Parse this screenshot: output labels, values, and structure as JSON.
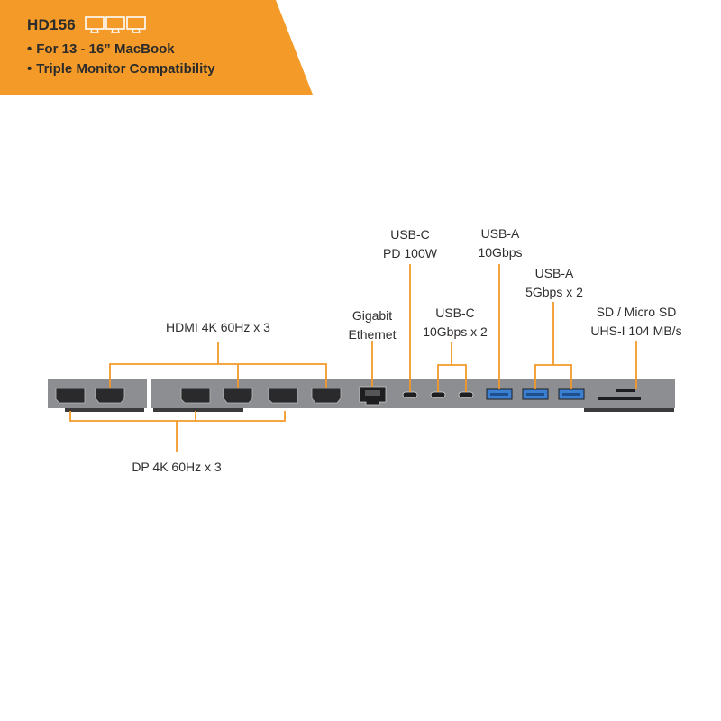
{
  "banner": {
    "model": "HD156",
    "bullets": [
      "For 13 - 16” MacBook",
      "Triple Monitor Compatibility"
    ],
    "icons": [
      "monitor-icon",
      "monitor-icon",
      "monitor-icon"
    ],
    "color": "#f39a28"
  },
  "labels": {
    "hdmi": "HDMI 4K 60Hz x 3",
    "dp": "DP 4K 60Hz x 3",
    "ethernet_line1": "Gigabit",
    "ethernet_line2": "Ethernet",
    "usbc_pd_line1": "USB-C",
    "usbc_pd_line2": "PD 100W",
    "usbc_10_line1": "USB-C",
    "usbc_10_line2": "10Gbps x 2",
    "usba_10_line1": "USB-A",
    "usba_10_line2": "10Gbps",
    "usba_5_line1": "USB-A",
    "usba_5_line2": "5Gbps x 2",
    "sd_line1": "SD / Micro SD",
    "sd_line2": "UHS-I 104 MB/s"
  },
  "colors": {
    "accent": "#f39a28",
    "dock_body": "#8c8e91",
    "port_dark": "#2a2a2c",
    "usb_blue": "#3a7fd0"
  }
}
